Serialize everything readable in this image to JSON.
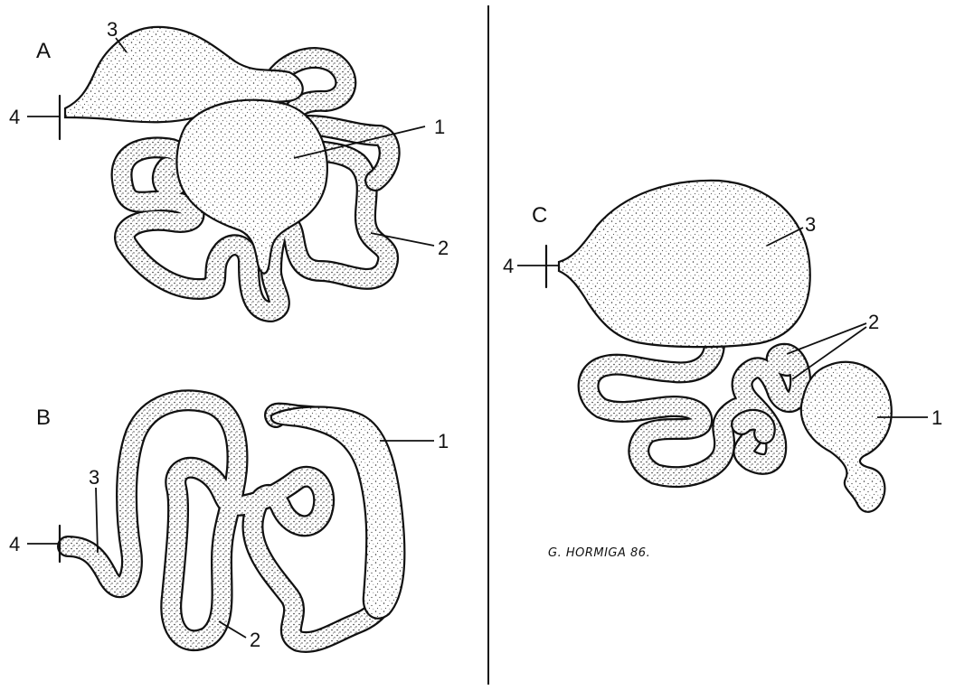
{
  "panels": [
    {
      "id": "A",
      "label": "A",
      "callouts": [
        "1",
        "2",
        "3",
        "4"
      ]
    },
    {
      "id": "B",
      "label": "B",
      "callouts": [
        "1",
        "2",
        "3",
        "4"
      ]
    },
    {
      "id": "C",
      "label": "C",
      "callouts": [
        "1",
        "2",
        "3",
        "4"
      ]
    }
  ],
  "signature": "G. HORMIGA 86.",
  "colors": {
    "ink": "#111111",
    "paper": "#ffffff"
  }
}
